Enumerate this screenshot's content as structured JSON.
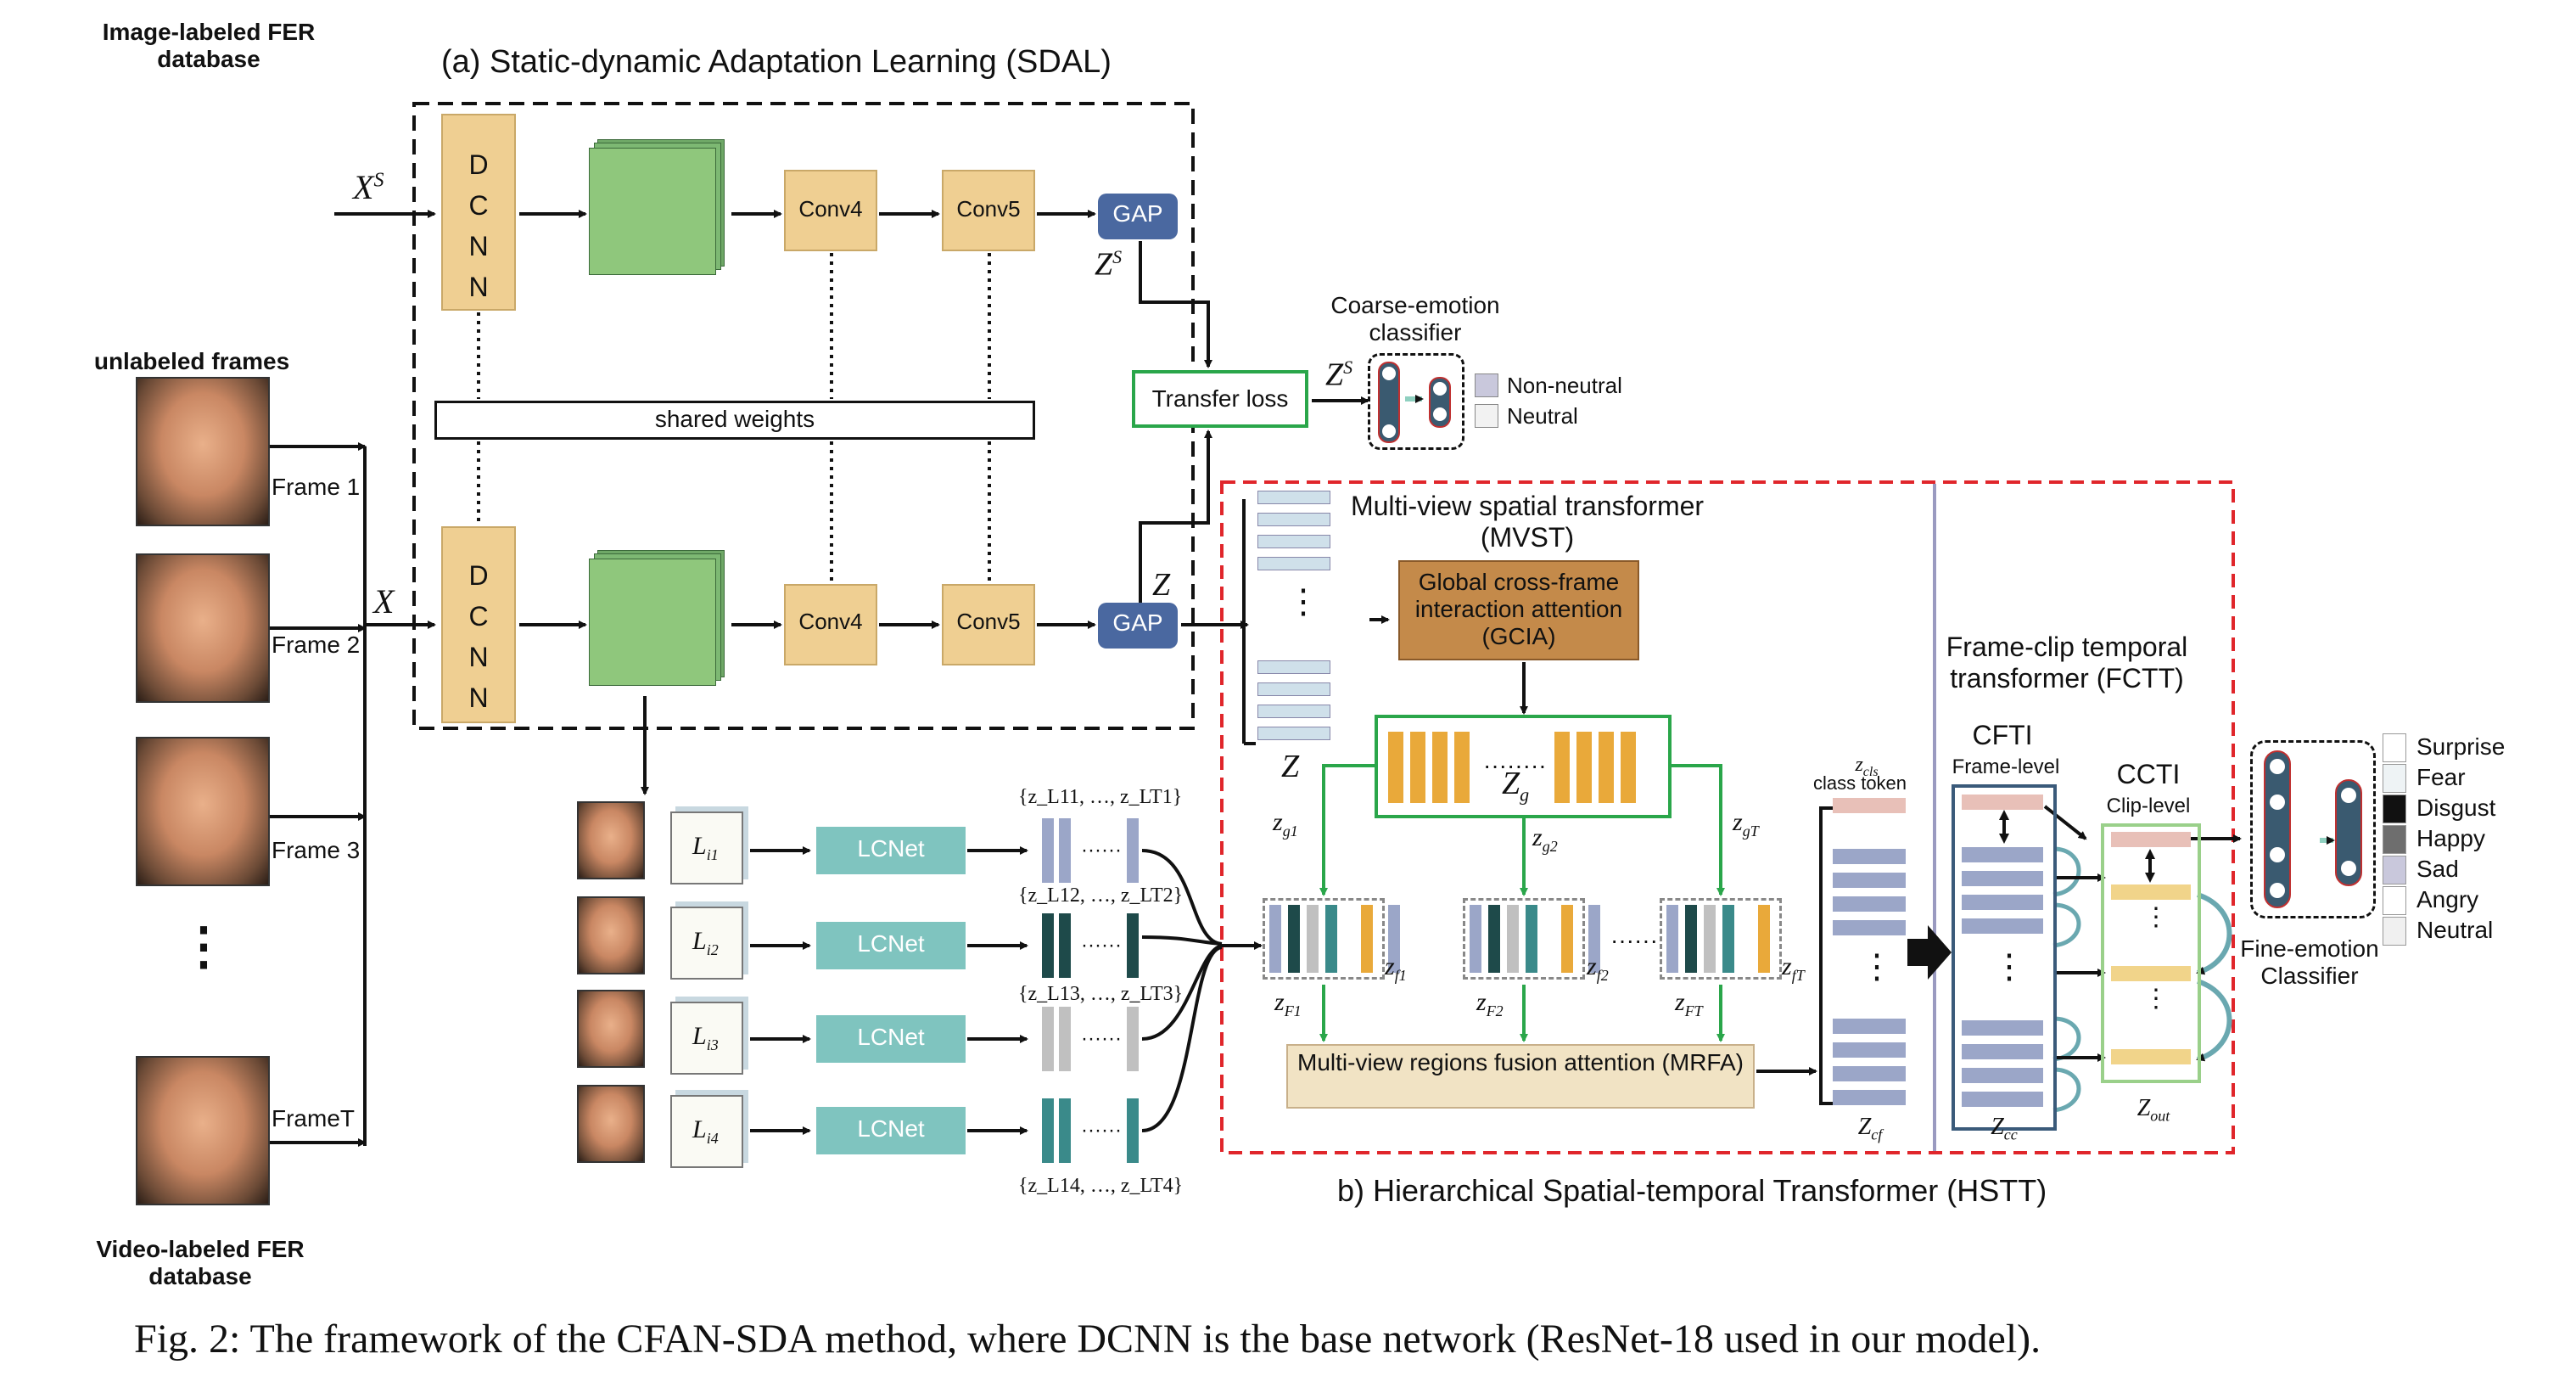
{
  "sdal": {
    "title": "(a) Static-dynamic Adaptation Learning (SDAL)",
    "dcnn_label": "D C N N",
    "conv4": "Conv4",
    "conv5": "Conv5",
    "gap": "GAP",
    "shared_weights": "shared weights",
    "transfer_loss": "Transfer loss",
    "xs": "X",
    "xs_sup": "S",
    "zs": "Z",
    "zs_sup": "S",
    "x": "X",
    "z": "Z"
  },
  "inputs": {
    "image_db": "Image-labeled FER database",
    "unlabeled": "unlabeled frames",
    "frames": [
      "Frame 1",
      "Frame 2",
      "Frame 3",
      "FrameT"
    ],
    "ellipsis": "⋮",
    "video_db": "Video-labeled FER database"
  },
  "coarse": {
    "title": "Coarse-emotion classifier",
    "z": "Z",
    "z_sup": "S",
    "legend": [
      "Non-neutral",
      "Neutral"
    ]
  },
  "local": {
    "l_labels": [
      "L_i1",
      "L_i2",
      "L_i3",
      "L_i4"
    ],
    "l_subs": [
      "i1",
      "i2",
      "i3",
      "i4"
    ],
    "lcnet": "LCNet",
    "sets": [
      "{z_L11, …, z_LT1}",
      "{z_L12, …, z_LT2}",
      "{z_L13, …, z_LT3}",
      "{z_L14, …, z_LT4}"
    ]
  },
  "hstt": {
    "title": "b) Hierarchical Spatial-temporal Transformer (HSTT)",
    "mvst": "Multi-view spatial transformer (MVST)",
    "gcia": "Global cross-frame interaction attention (GCIA)",
    "z": "Z",
    "zg": "Z_g",
    "zg_labels": [
      "z_g1",
      "z_g2",
      "z_gT"
    ],
    "zf_labels": [
      "z_f1",
      "z_f2",
      "z_fT"
    ],
    "zF_labels": [
      "z_F1",
      "z_F2",
      "z_FT"
    ],
    "mrfa": "Multi-view regions fusion attention (MRFA)",
    "zcls": "z_cls",
    "class_token": "class token",
    "zcf": "Z_cf",
    "fctt": "Frame-clip temporal transformer (FCTT)",
    "cfti": "CFTI",
    "frame_level": "Frame-level",
    "ccti": "CCTI",
    "clip_level": "Clip-level",
    "zcc": "Z_cc",
    "zout": "Z_out"
  },
  "fine": {
    "title": "Fine-emotion Classifier",
    "legend": [
      "Surprise",
      "Fear",
      "Disgust",
      "Happy",
      "Sad",
      "Angry",
      "Neutral"
    ],
    "colors": [
      "#ffffff",
      "#eef3f5",
      "#111111",
      "#6e6e6e",
      "#c9c8dc",
      "#ffffff",
      "#f0f0f0"
    ]
  },
  "caption": "Fig. 2: The framework of the CFAN-SDA method, where DCNN is the base network (ResNet-18 used in our model).",
  "colors": {
    "dcnn": "#efcf92",
    "feature": "#8fc77c",
    "gap": "#4a68a0",
    "lcnet": "#7fc4bf",
    "gcia": "#c48a4a",
    "mrfa": "#f1e3c4",
    "hstt_border": "#e0262b",
    "green": "#2aa64a",
    "token": "#9ba6c8"
  }
}
